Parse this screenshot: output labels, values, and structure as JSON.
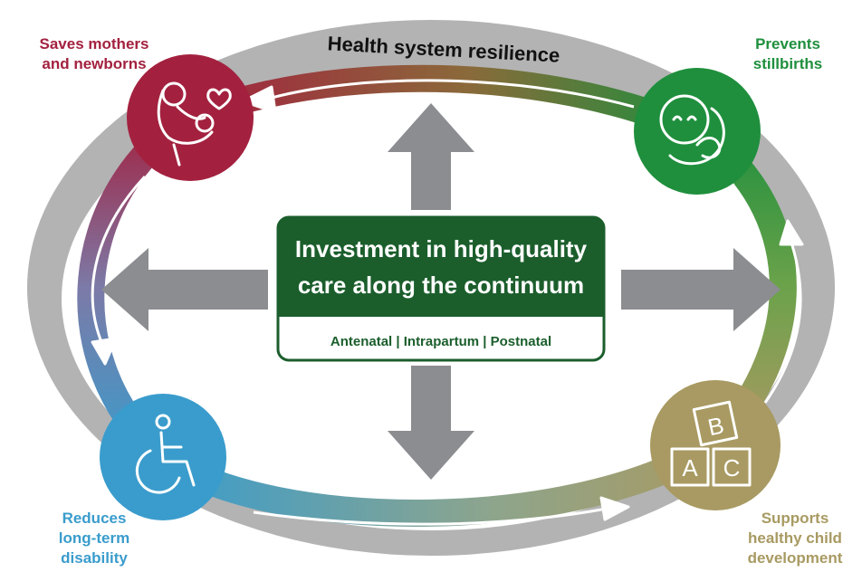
{
  "title": "Health system resilience",
  "center": {
    "line1": "Investment in high-quality",
    "line2": "care along the continuum",
    "phases": "Antenatal | Intrapartum | Postnatal"
  },
  "outcomes": {
    "mothers": {
      "line1": "Saves mothers",
      "line2": "and newborns",
      "icon": "mother-baby-heart-icon",
      "color": "#a3213f"
    },
    "stillbirths": {
      "line1": "Prevents",
      "line2": "stillbirths",
      "icon": "fetus-icon",
      "color": "#1f8f3d"
    },
    "development": {
      "line1": "Supports",
      "line2": "healthy child",
      "line3": "development",
      "icon": "abc-blocks-icon",
      "color": "#a89a62"
    },
    "disability": {
      "line1": "Reduces",
      "line2": "long-term",
      "line3": "disability",
      "icon": "wheelchair-icon",
      "color": "#3a9ccc"
    }
  },
  "blocks": {
    "a": "A",
    "b": "B",
    "c": "C"
  },
  "colors": {
    "center_box": "#1b5e2c",
    "outer_ring": "#b3b3b3",
    "arrows": "#8c8d91"
  }
}
